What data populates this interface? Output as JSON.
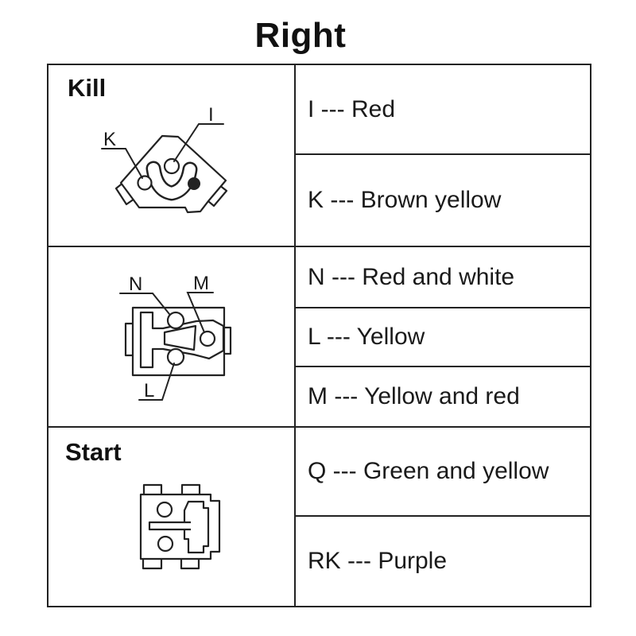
{
  "page": {
    "title": "Right"
  },
  "table": {
    "left_column": {
      "sections": [
        {
          "label": "Kill",
          "diagram": "kill-switch-connector",
          "pin_labels": {
            "k": "K",
            "i": "I"
          }
        },
        {
          "label": "",
          "diagram": "three-pin-connector",
          "pin_labels": {
            "n": "N",
            "m": "M",
            "l": "L"
          }
        },
        {
          "label": "Start",
          "diagram": "start-switch-connector",
          "pin_labels": {}
        }
      ]
    },
    "right_column": {
      "rows": [
        {
          "text": "I --- Red"
        },
        {
          "text": "K --- Brown yellow"
        },
        {
          "text": "N --- Red and white"
        },
        {
          "text": "L --- Yellow"
        },
        {
          "text": "M --- Yellow and red"
        },
        {
          "text": "Q --- Green and yellow"
        },
        {
          "text": "RK --- Purple"
        }
      ]
    }
  },
  "colors": {
    "line": "#222222",
    "text": "#1a1a1a",
    "background": "#ffffff"
  }
}
